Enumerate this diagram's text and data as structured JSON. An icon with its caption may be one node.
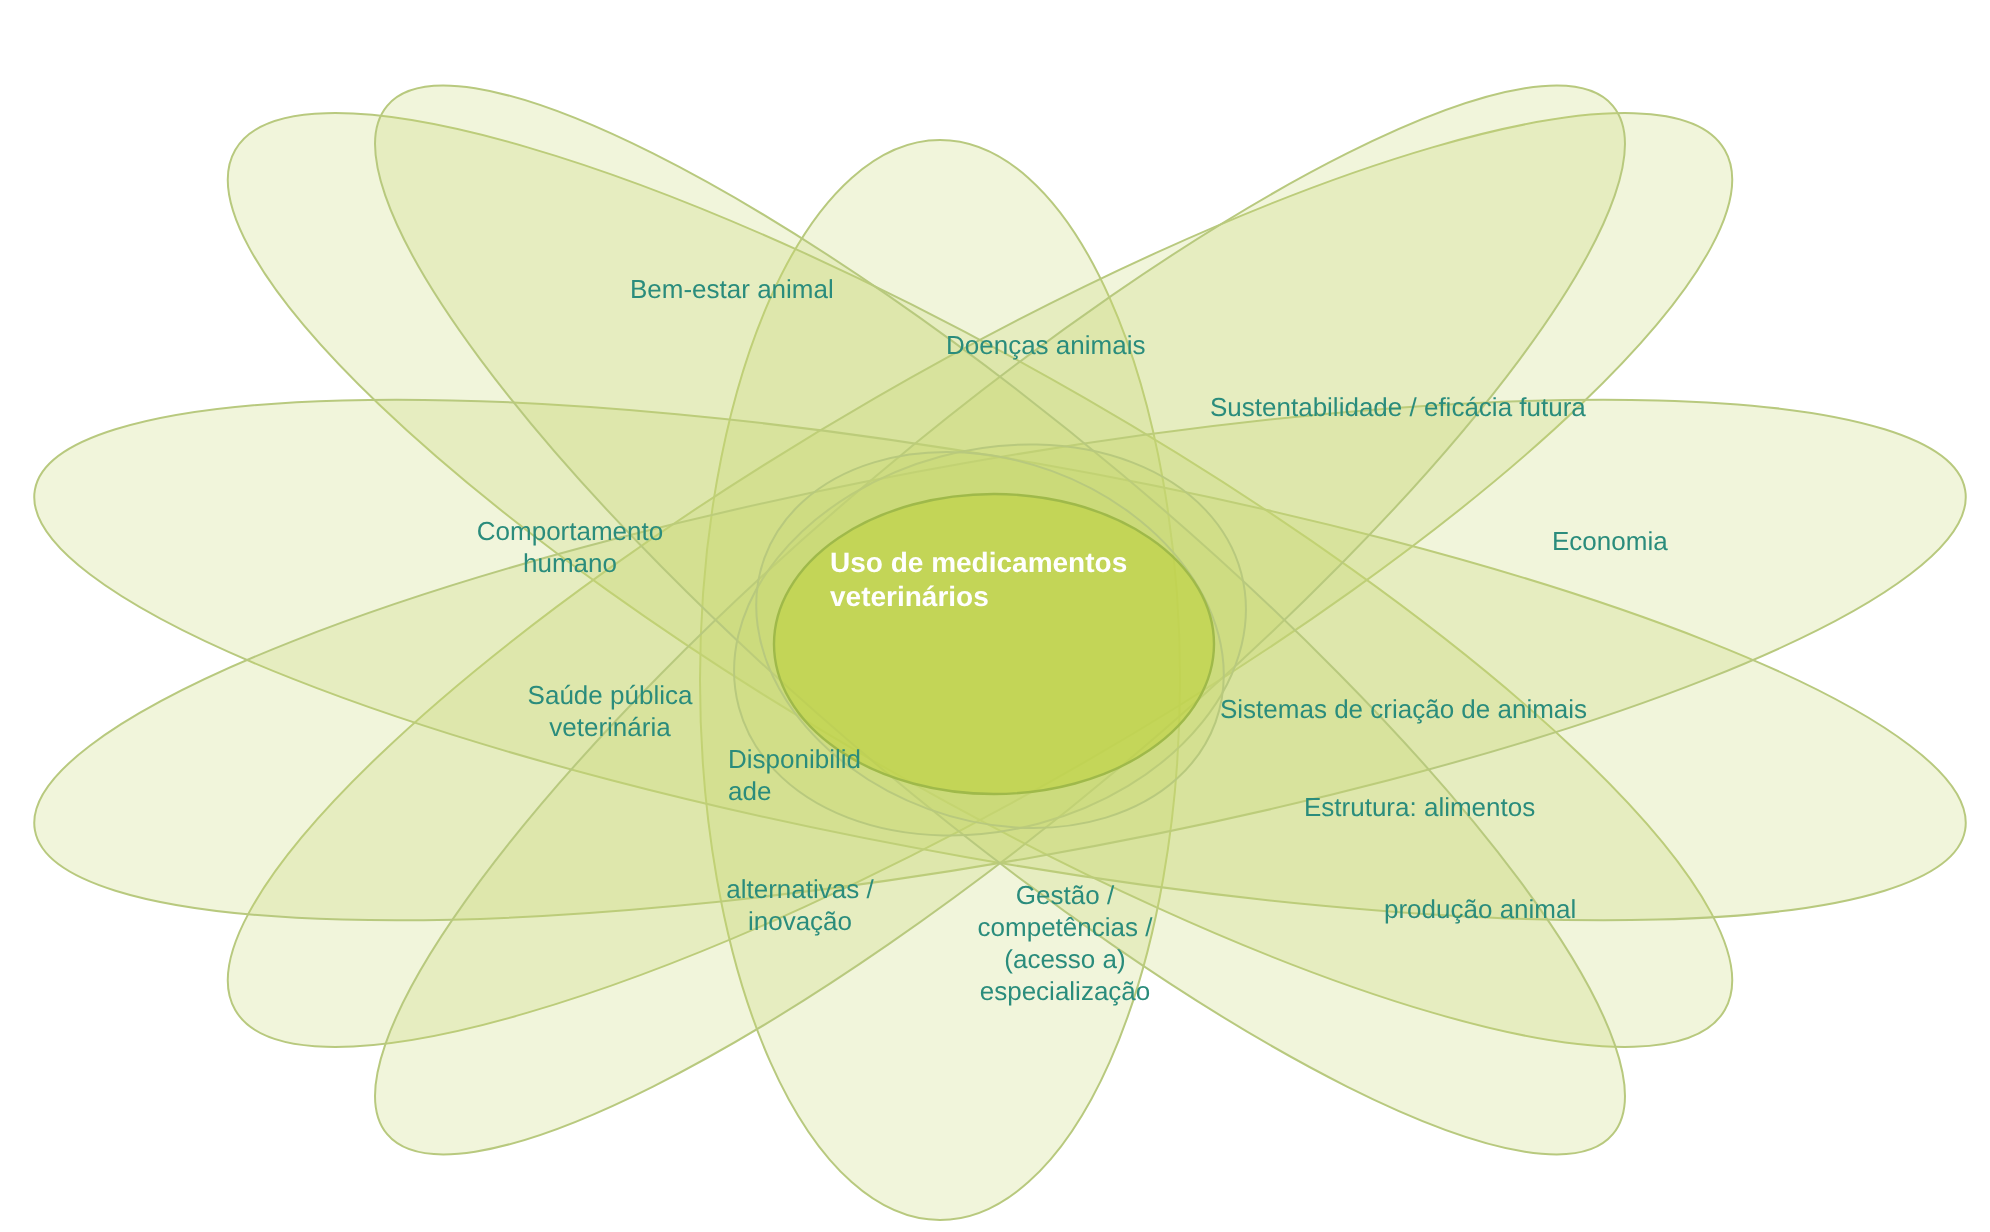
{
  "diagram": {
    "nodes": [
      {
        "text": [
          "Uso de medicamentos veterinários"
        ]
      }
    ],
    "labels": [
      "Bem-estar animal",
      "Doenças animais",
      "Sustentabilidade / eficácia futura",
      "Comportamento humano",
      "Economia",
      "Saúde pública veterinária",
      "Disponibilidade",
      "Sistemas de criação de animais",
      "Estrutura: alimentos",
      "alternativas / inovação",
      "Gestão / competências / (acesso a) especialização",
      "produção animal"
    ]
  }
}
